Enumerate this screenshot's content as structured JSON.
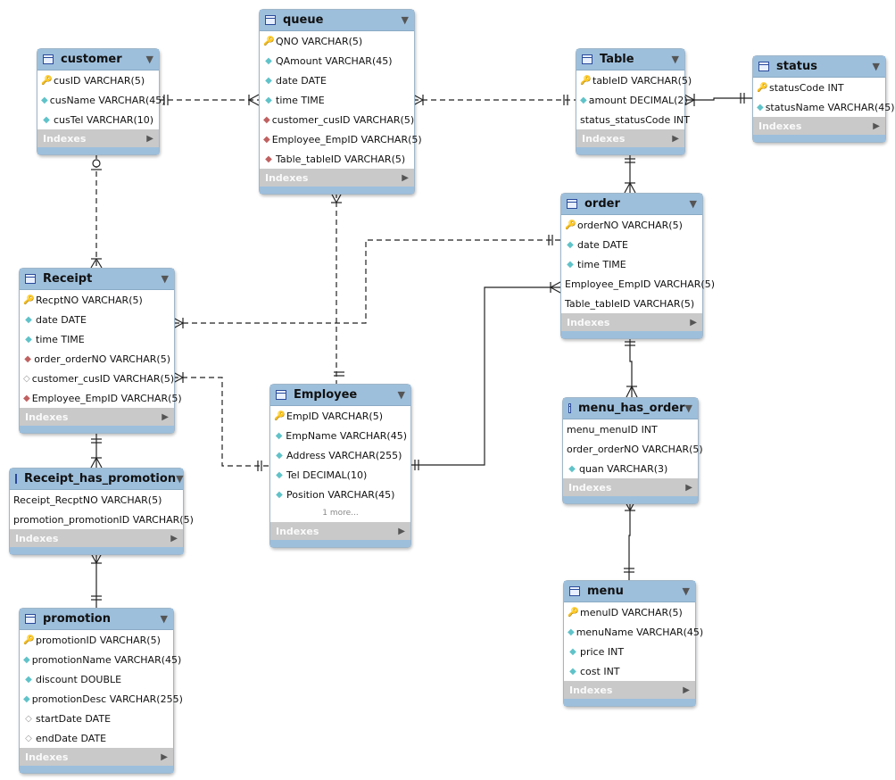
{
  "tables": {
    "customer": {
      "name": "customer",
      "columns": [
        {
          "mark": "pk",
          "text": "cusID VARCHAR(5)"
        },
        {
          "mark": "nn",
          "text": "cusName VARCHAR(45)"
        },
        {
          "mark": "nn",
          "text": "cusTel VARCHAR(10)"
        }
      ],
      "indexes": "Indexes"
    },
    "queue": {
      "name": "queue",
      "columns": [
        {
          "mark": "pk",
          "text": "QNO VARCHAR(5)"
        },
        {
          "mark": "nn",
          "text": "QAmount VARCHAR(45)"
        },
        {
          "mark": "nn",
          "text": "date DATE"
        },
        {
          "mark": "nn",
          "text": "time TIME"
        },
        {
          "mark": "fk",
          "text": "customer_cusID VARCHAR(5)"
        },
        {
          "mark": "fk",
          "text": "Employee_EmpID VARCHAR(5)"
        },
        {
          "mark": "fk",
          "text": "Table_tableID VARCHAR(5)"
        }
      ],
      "indexes": "Indexes"
    },
    "table": {
      "name": "Table",
      "columns": [
        {
          "mark": "pk",
          "text": "tableID VARCHAR(5)"
        },
        {
          "mark": "nn",
          "text": "amount DECIMAL(2)"
        },
        {
          "mark": "",
          "text": "status_statusCode INT"
        }
      ],
      "indexes": "Indexes"
    },
    "status": {
      "name": "status",
      "columns": [
        {
          "mark": "pk",
          "text": "statusCode INT"
        },
        {
          "mark": "nn",
          "text": "statusName VARCHAR(45)"
        }
      ],
      "indexes": "Indexes"
    },
    "order": {
      "name": "order",
      "columns": [
        {
          "mark": "pk",
          "text": "orderNO VARCHAR(5)"
        },
        {
          "mark": "nn",
          "text": "date DATE"
        },
        {
          "mark": "nn",
          "text": "time TIME"
        },
        {
          "mark": "",
          "text": "Employee_EmpID VARCHAR(5)"
        },
        {
          "mark": "",
          "text": "Table_tableID VARCHAR(5)"
        }
      ],
      "indexes": "Indexes"
    },
    "receipt": {
      "name": "Receipt",
      "columns": [
        {
          "mark": "pk",
          "text": "RecptNO VARCHAR(5)"
        },
        {
          "mark": "nn",
          "text": "date DATE"
        },
        {
          "mark": "nn",
          "text": "time TIME"
        },
        {
          "mark": "fk",
          "text": "order_orderNO VARCHAR(5)"
        },
        {
          "mark": "op",
          "text": "customer_cusID VARCHAR(5)"
        },
        {
          "mark": "fk",
          "text": "Employee_EmpID VARCHAR(5)"
        }
      ],
      "indexes": "Indexes"
    },
    "employee": {
      "name": "Employee",
      "columns": [
        {
          "mark": "pk",
          "text": "EmpID VARCHAR(5)"
        },
        {
          "mark": "nn",
          "text": "EmpName VARCHAR(45)"
        },
        {
          "mark": "nn",
          "text": "Address VARCHAR(255)"
        },
        {
          "mark": "nn",
          "text": "Tel DECIMAL(10)"
        },
        {
          "mark": "nn",
          "text": "Position VARCHAR(45)"
        }
      ],
      "more": "1 more...",
      "indexes": "Indexes"
    },
    "menu_has_order": {
      "name": "menu_has_order",
      "columns": [
        {
          "mark": "",
          "text": "menu_menuID INT"
        },
        {
          "mark": "",
          "text": "order_orderNO VARCHAR(5)"
        },
        {
          "mark": "nn",
          "text": "quan VARCHAR(3)"
        }
      ],
      "indexes": "Indexes"
    },
    "receipt_has_promotion": {
      "name": "Receipt_has_promotion",
      "columns": [
        {
          "mark": "",
          "text": "Receipt_RecptNO VARCHAR(5)"
        },
        {
          "mark": "",
          "text": "promotion_promotionID VARCHAR(5)"
        }
      ],
      "indexes": "Indexes"
    },
    "promotion": {
      "name": "promotion",
      "columns": [
        {
          "mark": "pk",
          "text": "promotionID VARCHAR(5)"
        },
        {
          "mark": "nn",
          "text": "promotionName VARCHAR(45)"
        },
        {
          "mark": "nn",
          "text": "discount DOUBLE"
        },
        {
          "mark": "nn",
          "text": "promotionDesc VARCHAR(255)"
        },
        {
          "mark": "op",
          "text": "startDate DATE"
        },
        {
          "mark": "op",
          "text": "endDate DATE"
        }
      ],
      "indexes": "Indexes"
    },
    "menu": {
      "name": "menu",
      "columns": [
        {
          "mark": "pk",
          "text": "menuID VARCHAR(5)"
        },
        {
          "mark": "nn",
          "text": "menuName VARCHAR(45)"
        },
        {
          "mark": "nn",
          "text": "price INT"
        },
        {
          "mark": "nn",
          "text": "cost INT"
        }
      ],
      "indexes": "Indexes"
    }
  },
  "colors": {
    "header": "#9dbfdc",
    "indexes_bar": "#c9c9c9",
    "primary_key": "#e6b800",
    "not_null": "#5fc3c9",
    "foreign_key": "#c06060",
    "line": "#222222"
  }
}
